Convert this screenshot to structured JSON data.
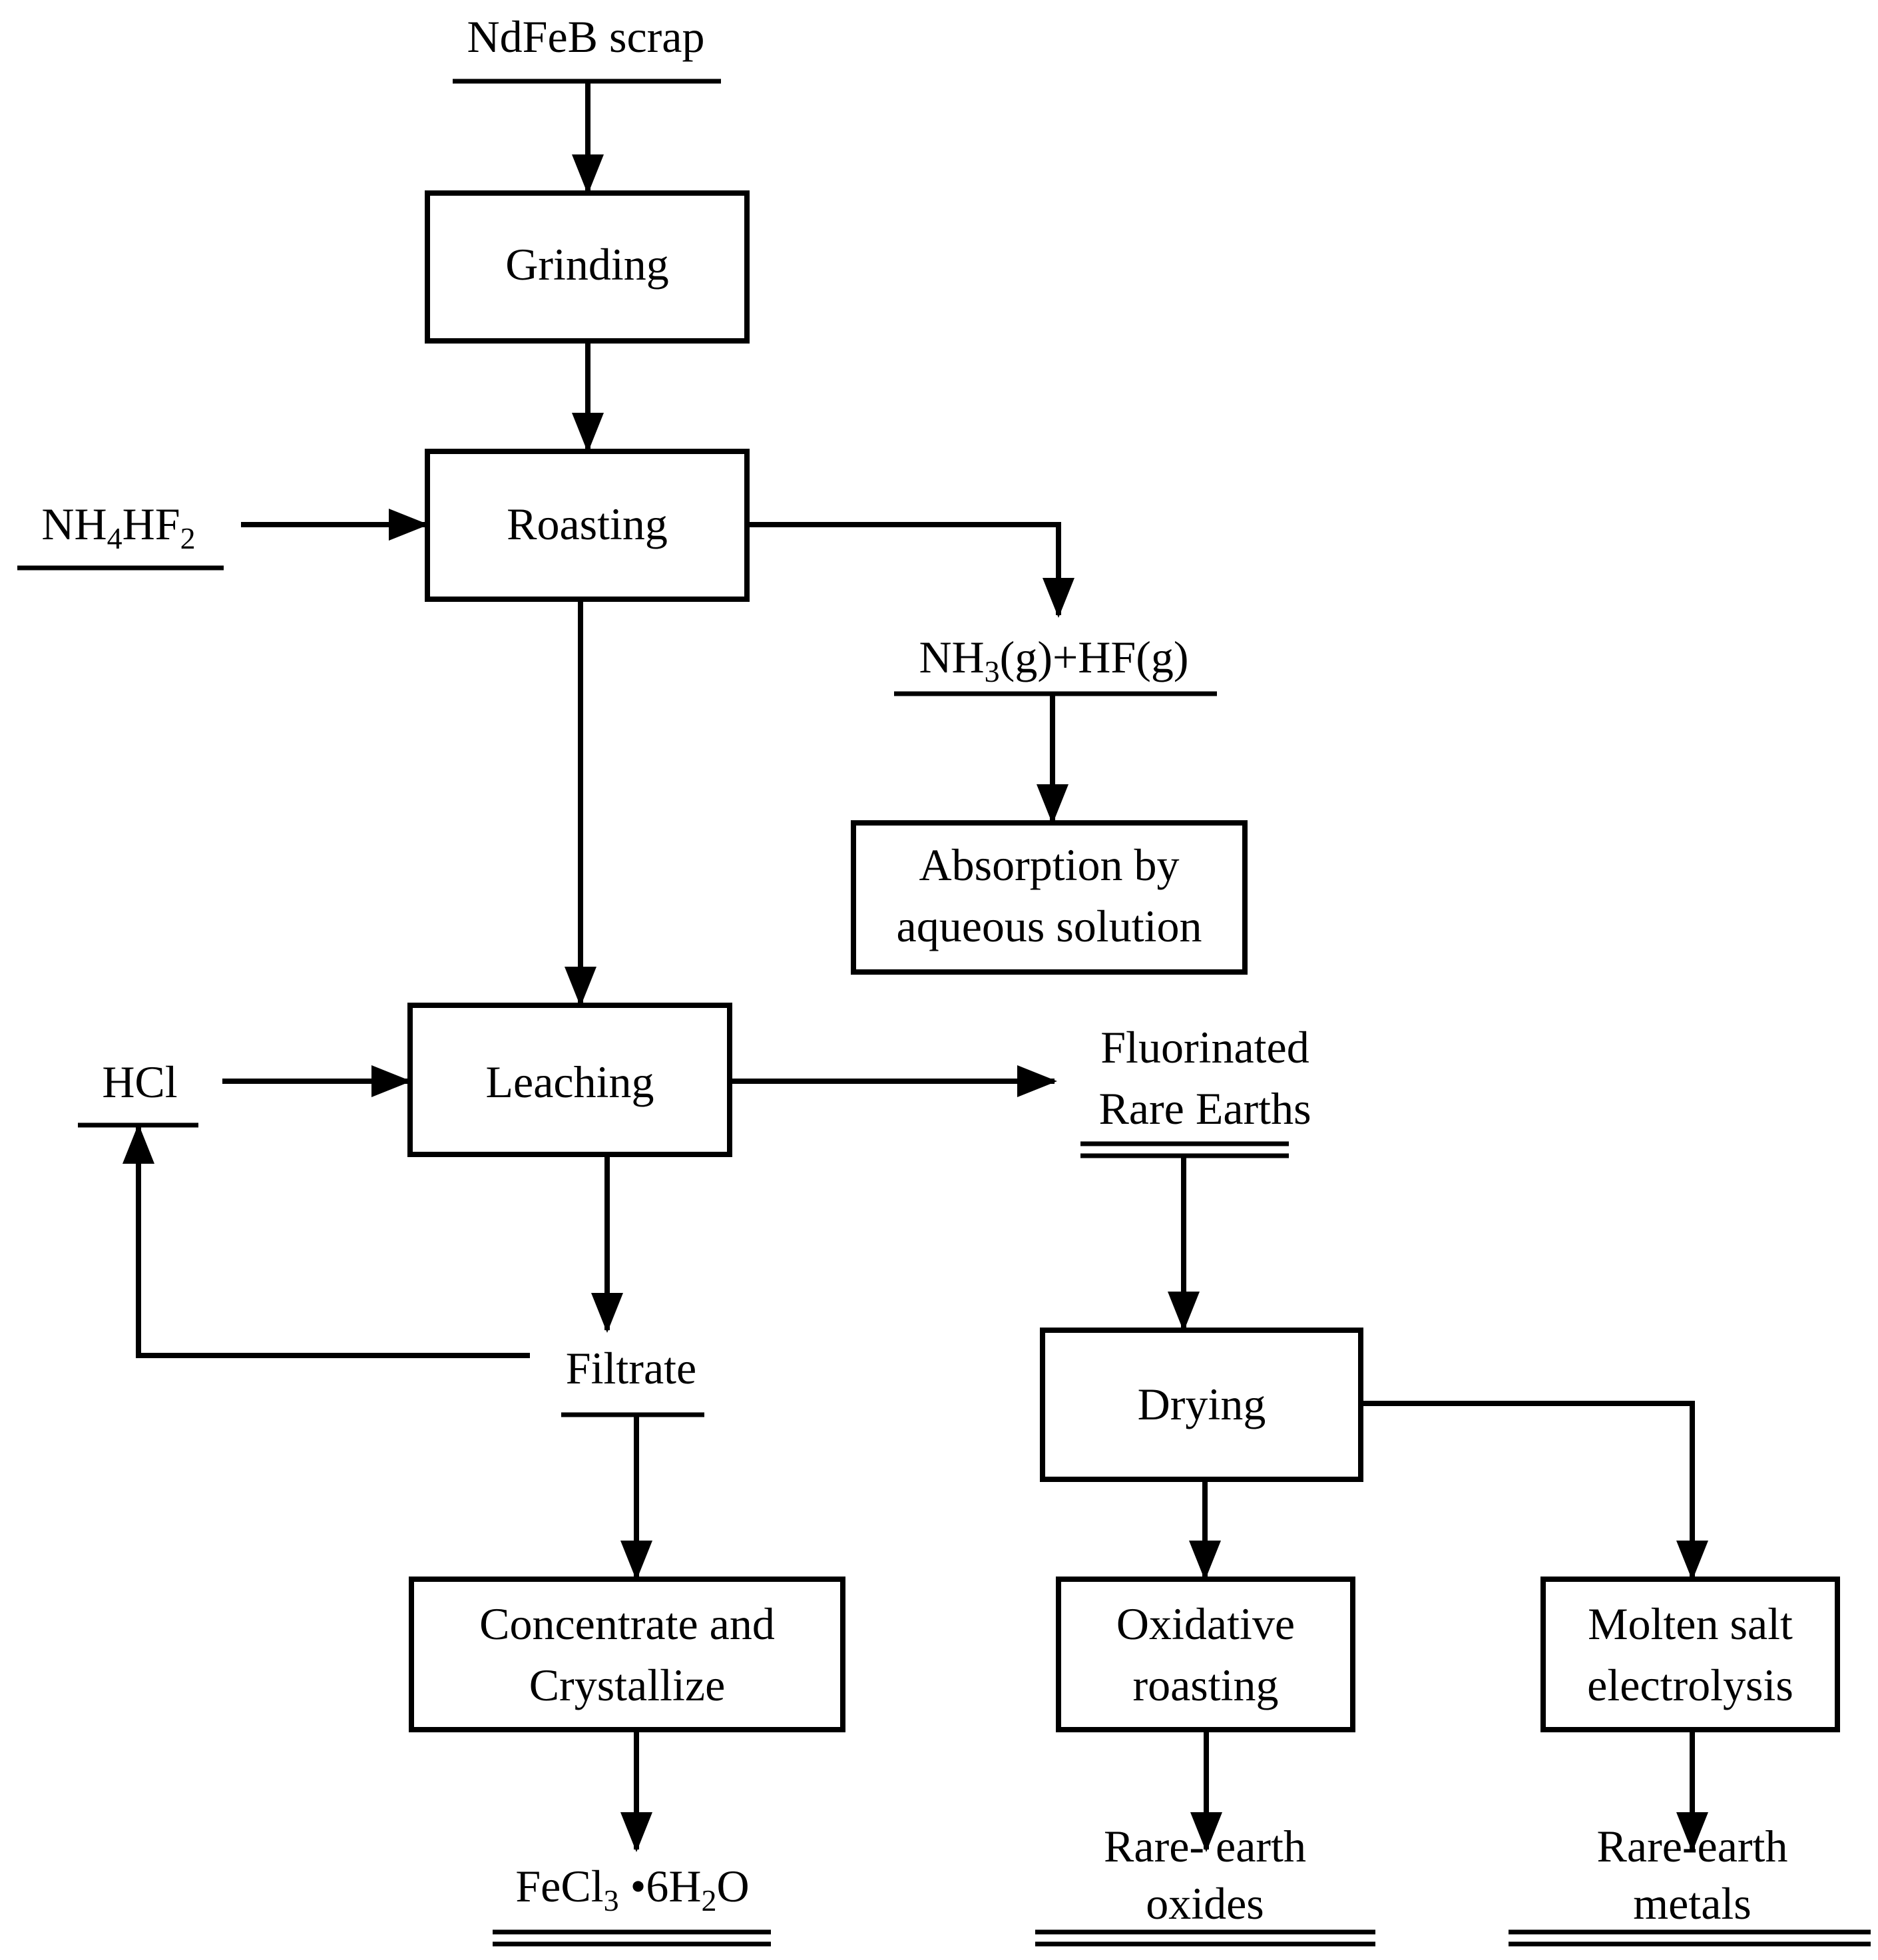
{
  "nodes": {
    "ndfeb_scrap": "NdFeB scrap",
    "grinding": "Grinding",
    "nh4hf2": {
      "a": "NH",
      "b": "4",
      "c": "HF",
      "d": "2"
    },
    "roasting": "Roasting",
    "gas": {
      "a": "NH",
      "b": "3",
      "c": "(g)+HF(g)"
    },
    "absorption": {
      "line1": "Absorption by",
      "line2": "aqueous solution"
    },
    "hcl": "HCl",
    "leaching": "Leaching",
    "fluorinated": {
      "line1": "Fluorinated",
      "line2": "Rare Earths"
    },
    "filtrate": "Filtrate",
    "drying": "Drying",
    "concentrate": {
      "line1": "Concentrate and",
      "line2": "Crystallize"
    },
    "oxidative": {
      "line1": "Oxidative",
      "line2": "roasting"
    },
    "molten": {
      "line1": "Molten salt",
      "line2": "electrolysis"
    },
    "fecl3": {
      "a": "FeCl",
      "b": "3",
      "c": " •6H",
      "d": "2",
      "e": "O"
    },
    "re_oxides": {
      "line1": "Rare- earth",
      "line2": "oxides"
    },
    "re_metals": {
      "line1": "Rare-earth",
      "line2": "metals"
    }
  }
}
